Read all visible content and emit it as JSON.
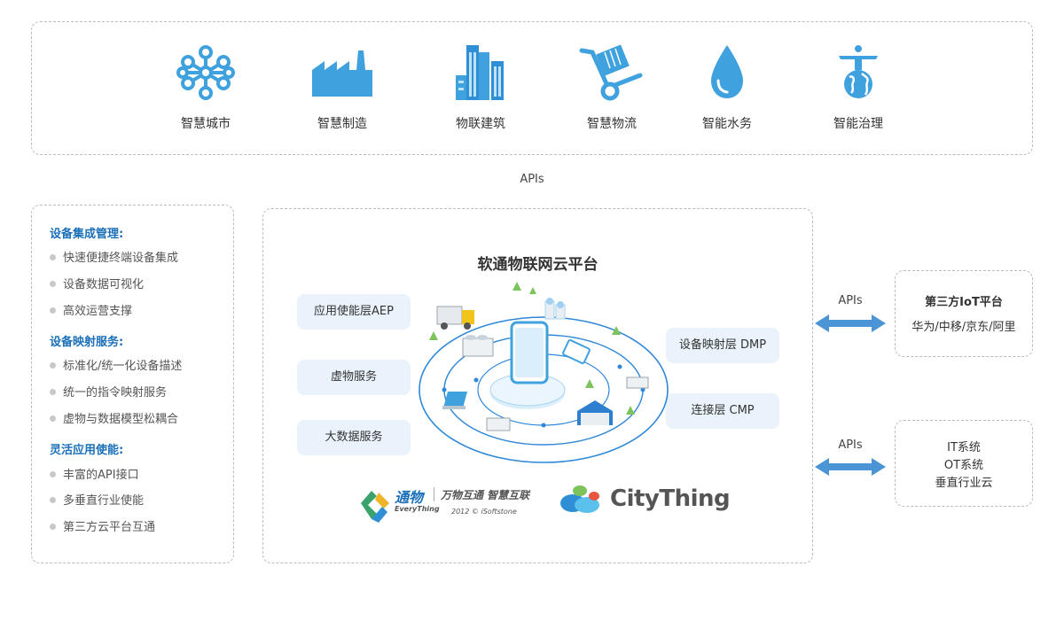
{
  "industries": [
    {
      "label": "智慧城市",
      "icon": "network-nodes-icon"
    },
    {
      "label": "智慧制造",
      "icon": "factory-icon"
    },
    {
      "label": "物联建筑",
      "icon": "buildings-icon"
    },
    {
      "label": "智慧物流",
      "icon": "hand-truck-icon"
    },
    {
      "label": "智能水务",
      "icon": "water-drop-icon"
    },
    {
      "label": "智能治理",
      "icon": "globe-figure-icon"
    }
  ],
  "apis_top": "APIs",
  "left_panel": {
    "sections": [
      {
        "title": "设备集成管理:",
        "items": [
          "快速便捷终端设备集成",
          "设备数据可视化",
          "高效运营支撑"
        ]
      },
      {
        "title": "设备映射服务:",
        "items": [
          "标准化/统一化设备描述",
          "统一的指令映射服务",
          "虚物与数据模型松耦合"
        ]
      },
      {
        "title": "灵活应用使能:",
        "items": [
          "丰富的API接口",
          "多垂直行业使能",
          "第三方云平台互通"
        ]
      }
    ]
  },
  "platform": {
    "title": "软通物联网云平台",
    "left_pills": [
      "应用使能层AEP",
      "虚物服务",
      "大数据服务"
    ],
    "right_pills": [
      "设备映射层 DMP",
      "连接层  CMP"
    ],
    "logo_everything": {
      "name": "通物",
      "tagline": "万物互通 智慧互联",
      "sub": "EveryThing",
      "copyright": "2012 © iSoftstone"
    },
    "logo_citything": "CityThing"
  },
  "right_panels": [
    {
      "api_label": "APIs",
      "lines": [
        "第三方IoT平台",
        "华为/中移/京东/阿里"
      ]
    },
    {
      "api_label": "APIs",
      "lines": [
        "IT系统",
        "OT系统",
        "垂直行业云"
      ]
    }
  ],
  "colors": {
    "accent": "#1a6fb8",
    "icon_blue": "#3fa1de",
    "pill_bg": "#eaf3fb",
    "arrow": "#4b95d6",
    "orbit": "#2f87d8"
  }
}
